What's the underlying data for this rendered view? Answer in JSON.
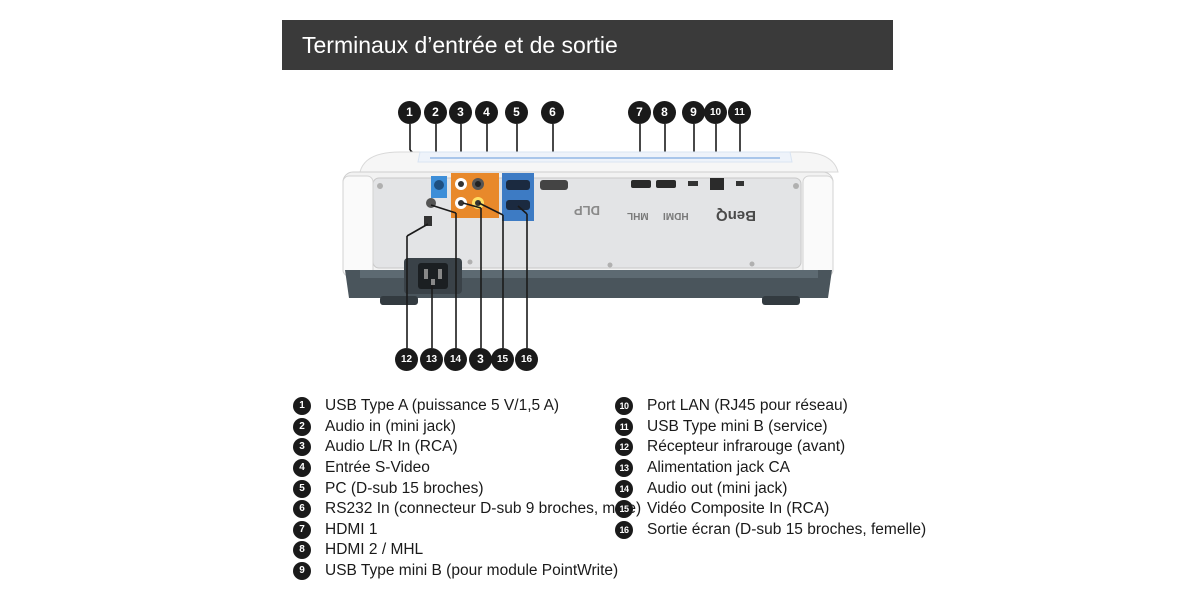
{
  "title": "Terminaux d’entrée et de sortie",
  "colors": {
    "title_bg": "#3a3a3a",
    "title_text": "#ffffff",
    "callout_bg": "#1a1a1a",
    "audio_orange": "#e8892b",
    "vga_blue": "#3d7bc4",
    "usb_blue": "#3d8ed8",
    "body_white": "#f2f2f2",
    "base_dark": "#4a555c"
  },
  "device_markings": {
    "brand": "BenQ",
    "hdmi": "HDMI",
    "mhl": "MHL",
    "dlp": "DLP"
  },
  "callouts_top": [
    "1",
    "2",
    "3",
    "4",
    "5",
    "6",
    "7",
    "8",
    "9",
    "10",
    "11"
  ],
  "callouts_bottom": [
    "12",
    "13",
    "14",
    "3",
    "15",
    "16"
  ],
  "legend_left": [
    {
      "num": "1",
      "text": "USB Type A (puissance 5 V/1,5 A)"
    },
    {
      "num": "2",
      "text": "Audio in (mini jack)"
    },
    {
      "num": "3",
      "text": "Audio L/R In (RCA)"
    },
    {
      "num": "4",
      "text": "Entrée S-Video"
    },
    {
      "num": "5",
      "text": "PC (D-sub 15 broches)"
    },
    {
      "num": "6",
      "text": "RS232 In (connecteur D-sub 9 broches, mâle)"
    },
    {
      "num": "7",
      "text": "HDMI 1"
    },
    {
      "num": "8",
      "text": "HDMI 2 / MHL"
    },
    {
      "num": "9",
      "text": "USB Type mini B (pour module PointWrite)"
    }
  ],
  "legend_right": [
    {
      "num": "10",
      "text": "Port LAN (RJ45 pour réseau)"
    },
    {
      "num": "11",
      "text": "USB Type mini B (service)"
    },
    {
      "num": "12",
      "text": "Récepteur infrarouge (avant)"
    },
    {
      "num": "13",
      "text": "Alimentation jack CA"
    },
    {
      "num": "14",
      "text": "Audio out (mini jack)"
    },
    {
      "num": "15",
      "text": "Vidéo Composite In (RCA)"
    },
    {
      "num": "16",
      "text": "Sortie écran (D-sub 15 broches, femelle)"
    }
  ]
}
